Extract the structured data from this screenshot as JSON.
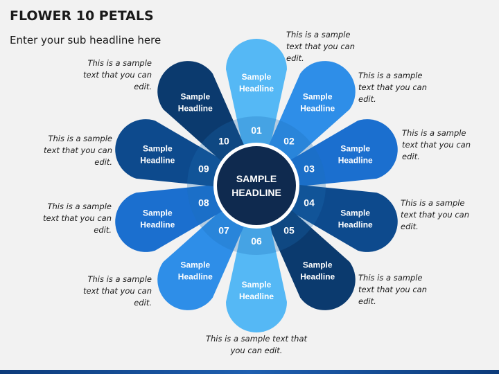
{
  "title": "FLOWER 10 PETALS",
  "subtitle": "Enter your sub headline here",
  "center": {
    "line1": "SAMPLE",
    "line2": "HEADLINE",
    "color": "#0f2a4f"
  },
  "petals": [
    {
      "number": "01",
      "line1": "Sample",
      "line2": "Headline",
      "color": "#55b8f5",
      "note": "This is a sample text that you can edit."
    },
    {
      "number": "02",
      "line1": "Sample",
      "line2": "Headline",
      "color": "#2e8ee8",
      "note": "This is a sample text that you can edit."
    },
    {
      "number": "03",
      "line1": "Sample",
      "line2": "Headline",
      "color": "#1b6fcf",
      "note": "This is a sample text that you can edit."
    },
    {
      "number": "04",
      "line1": "Sample",
      "line2": "Headline",
      "color": "#0d4a8d",
      "note": "This is a sample text that you can edit."
    },
    {
      "number": "05",
      "line1": "Sample",
      "line2": "Headline",
      "color": "#0b3a6e",
      "note": "This is a sample text that you can edit."
    },
    {
      "number": "06",
      "line1": "Sample",
      "line2": "Headline",
      "color": "#55b8f5",
      "note": "This is a sample text that you can edit."
    },
    {
      "number": "07",
      "line1": "Sample",
      "line2": "Headline",
      "color": "#2e8ee8",
      "note": "This is a sample text that you can edit."
    },
    {
      "number": "08",
      "line1": "Sample",
      "line2": "Headline",
      "color": "#1b6fcf",
      "note": "This is a sample text that you can edit."
    },
    {
      "number": "09",
      "line1": "Sample",
      "line2": "Headline",
      "color": "#0d4a8d",
      "note": "This is a sample text that you can edit."
    },
    {
      "number": "10",
      "line1": "Sample",
      "line2": "Headline",
      "color": "#0b3a6e",
      "note": "This is a sample text that you can edit."
    }
  ]
}
